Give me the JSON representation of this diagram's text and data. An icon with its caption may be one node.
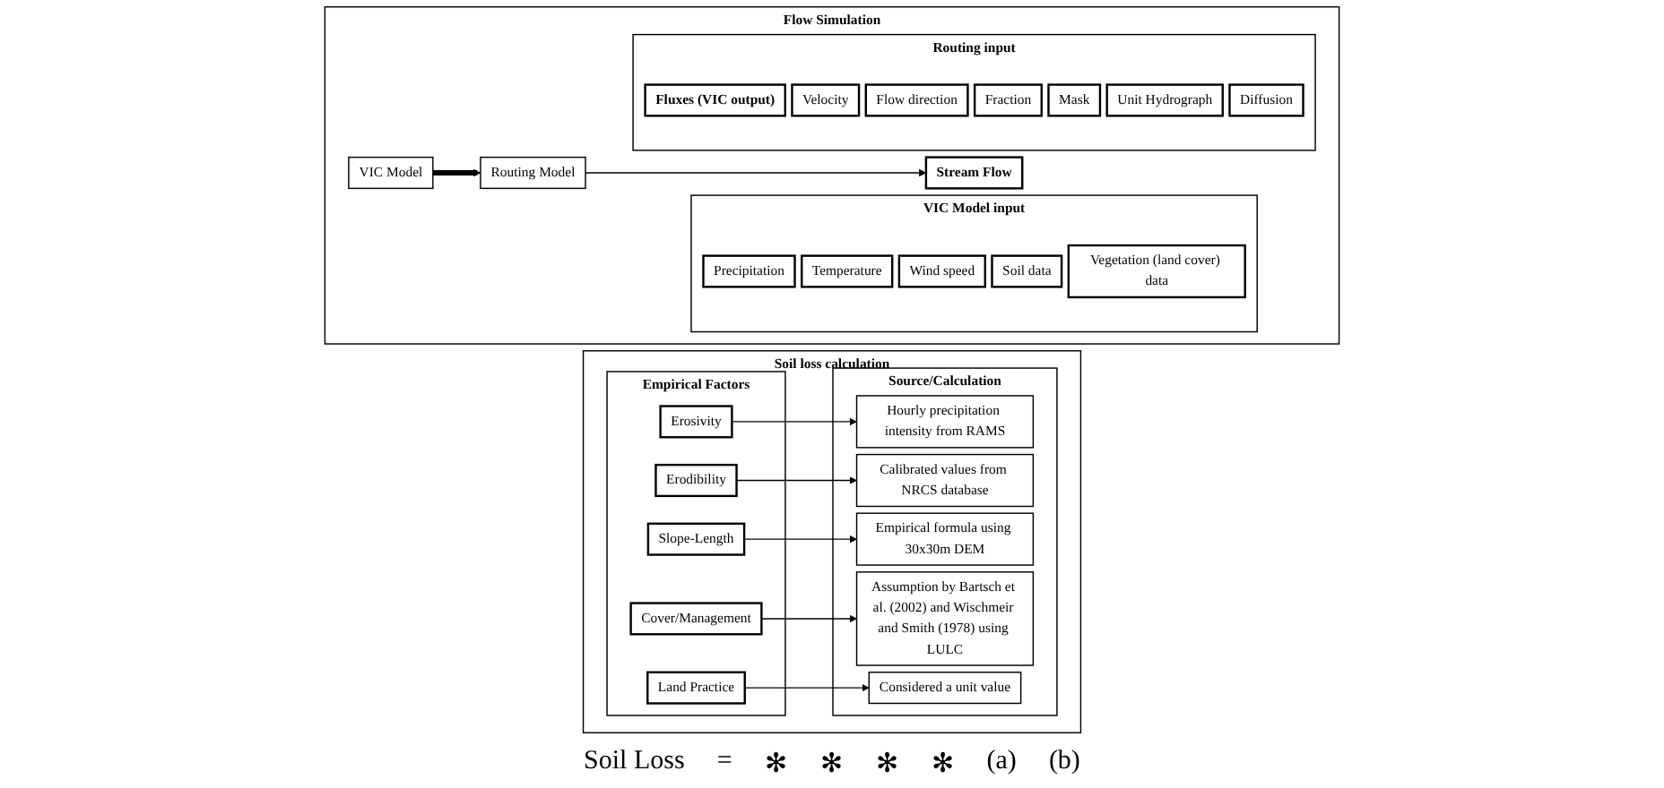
{
  "diagram": {
    "nodes": [
      {
        "text": [
          "Soil loss calculation"
        ]
      },
      {
        "text": [
          "Empirical Factors"
        ],
        "in": 0
      },
      {
        "text": [
          "Erosivity"
        ],
        "in": 1
      },
      {
        "text": [
          "Erodibility"
        ],
        "in": 1
      },
      {
        "text": [
          "Slope-Length"
        ],
        "in": 1
      },
      {
        "text": [
          "Cover/Management"
        ],
        "in": 1
      },
      {
        "text": [
          "Land Practice"
        ],
        "in": 1
      },
      {
        "text": [
          "Source/Calculation"
        ],
        "in": 0
      },
      {
        "text": [
          "Hourly precipitation intensity from RAMS"
        ],
        "in": 7
      },
      {
        "text": [
          "Calibrated values from NRCS database"
        ],
        "in": 7
      },
      {
        "text": [
          "Empirical formula using 30x30m DEM"
        ],
        "in": 7
      },
      {
        "text": [
          "Assumption by Bartsch et al. (2002) and Wischmeir and Smith (1978) using LULC"
        ],
        "in": 7
      },
      {
        "text": [
          "Considered a unit value"
        ],
        "in": 7
      },
      {
        "text": [
          "Flow Simulation"
        ]
      },
      {
        "text": [
          "VIC Model"
        ],
        "in": 13
      },
      {
        "text": [
          "Routing Model"
        ],
        "in": 13
      },
      {
        "text": [
          "Stream Flow"
        ],
        "in": 13
      },
      {
        "text": [
          "VIC Model input"
        ],
        "in": 13
      },
      {
        "text": [
          "Precipitation"
        ],
        "in": 17
      },
      {
        "text": [
          "Temperature"
        ],
        "in": 17
      },
      {
        "text": [
          "Wind speed"
        ],
        "in": 17
      },
      {
        "text": [
          "Soil data"
        ],
        "in": 17
      },
      {
        "text": [
          "Vegetation (land cover) data"
        ],
        "in": 17
      },
      {
        "text": [
          "Routing input"
        ],
        "in": 13
      },
      {
        "text": [
          "Fluxes (VIC output)"
        ],
        "in": 23
      },
      {
        "text": [
          "Velocity"
        ],
        "in": 23
      },
      {
        "text": [
          "Flow direction"
        ],
        "in": 23
      },
      {
        "text": [
          "Fraction"
        ],
        "in": 23
      },
      {
        "text": [
          "Mask"
        ],
        "in": 23
      },
      {
        "text": [
          "Unit Hydrograph"
        ],
        "in": 23
      },
      {
        "text": [
          "Diffusion"
        ],
        "in": 23
      }
    ],
    "edges": [
      {
        "from": 2,
        "to": 8,
        "arrow": "to"
      },
      {
        "from": 3,
        "to": 9,
        "arrow": "to"
      },
      {
        "from": 4,
        "to": 10,
        "arrow": "to"
      },
      {
        "from": 5,
        "to": 11,
        "arrow": "to"
      },
      {
        "from": 6,
        "to": 12,
        "arrow": "to"
      },
      {
        "from": 14,
        "to": 15,
        "arrow": "to",
        "style": "thick"
      },
      {
        "from": 15,
        "to": 16,
        "arrow": "to"
      }
    ],
    "labels": [
      "Soil Loss",
      "=",
      "✻",
      "✻",
      "✻",
      "✻",
      "(a)",
      "(b)"
    ]
  }
}
